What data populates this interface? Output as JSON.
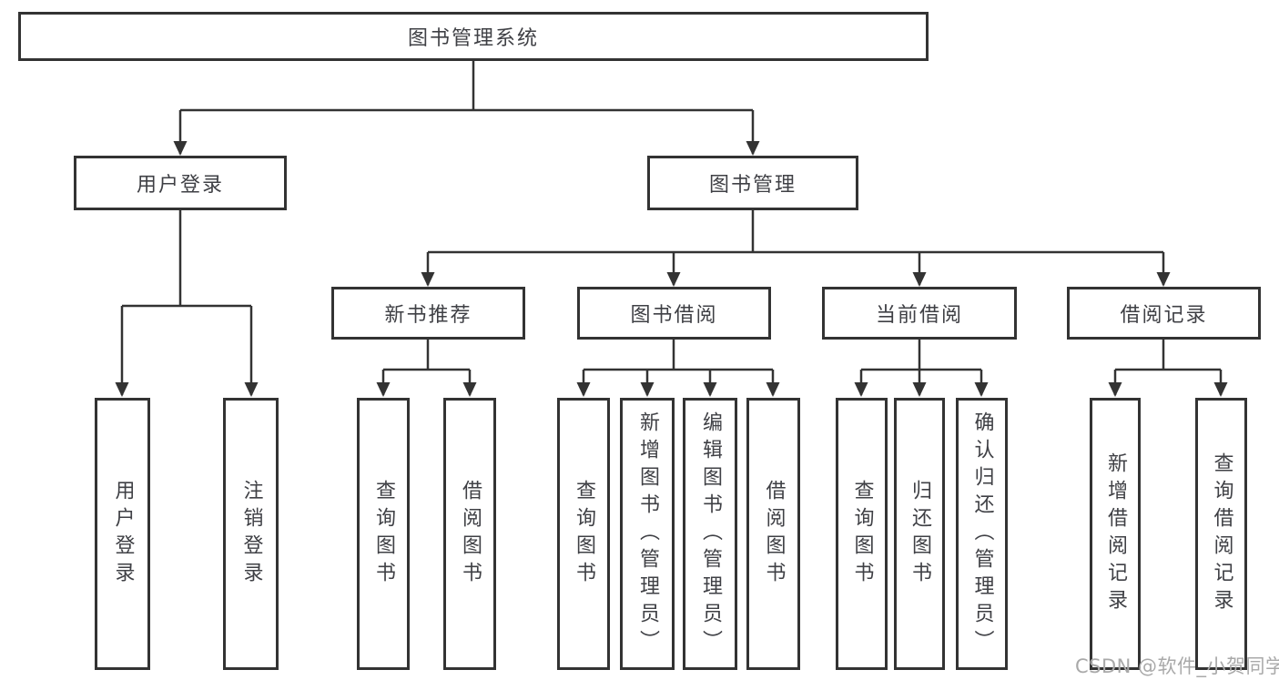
{
  "diagram_title": "图书管理系统",
  "tree": {
    "root": {
      "label": "图书管理系统",
      "children": [
        {
          "label": "用户登录",
          "children": [
            {
              "label": "用户登录"
            },
            {
              "label": "注销登录"
            }
          ]
        },
        {
          "label": "图书管理",
          "children": [
            {
              "label": "新书推荐",
              "children": [
                {
                  "label": "查询图书"
                },
                {
                  "label": "借阅图书"
                }
              ]
            },
            {
              "label": "图书借阅",
              "children": [
                {
                  "label": "查询图书"
                },
                {
                  "label": "新增图书（管理员）"
                },
                {
                  "label": "编辑图书（管理员）"
                },
                {
                  "label": "借阅图书"
                }
              ]
            },
            {
              "label": "当前借阅",
              "children": [
                {
                  "label": "查询图书"
                },
                {
                  "label": "归还图书"
                },
                {
                  "label": "确认归还（管理员）"
                }
              ]
            },
            {
              "label": "借阅记录",
              "children": [
                {
                  "label": "新增借阅记录"
                },
                {
                  "label": "查询借阅记录"
                }
              ]
            }
          ]
        }
      ]
    }
  },
  "watermark": {
    "text": "CSDN @软件_小贺同学"
  },
  "colors": {
    "line": "#333333",
    "box_border": "#333333",
    "box_fill": "#ffffff",
    "text": "#3f4045",
    "watermark": "#a9a9a9",
    "background": "#ffffff"
  }
}
